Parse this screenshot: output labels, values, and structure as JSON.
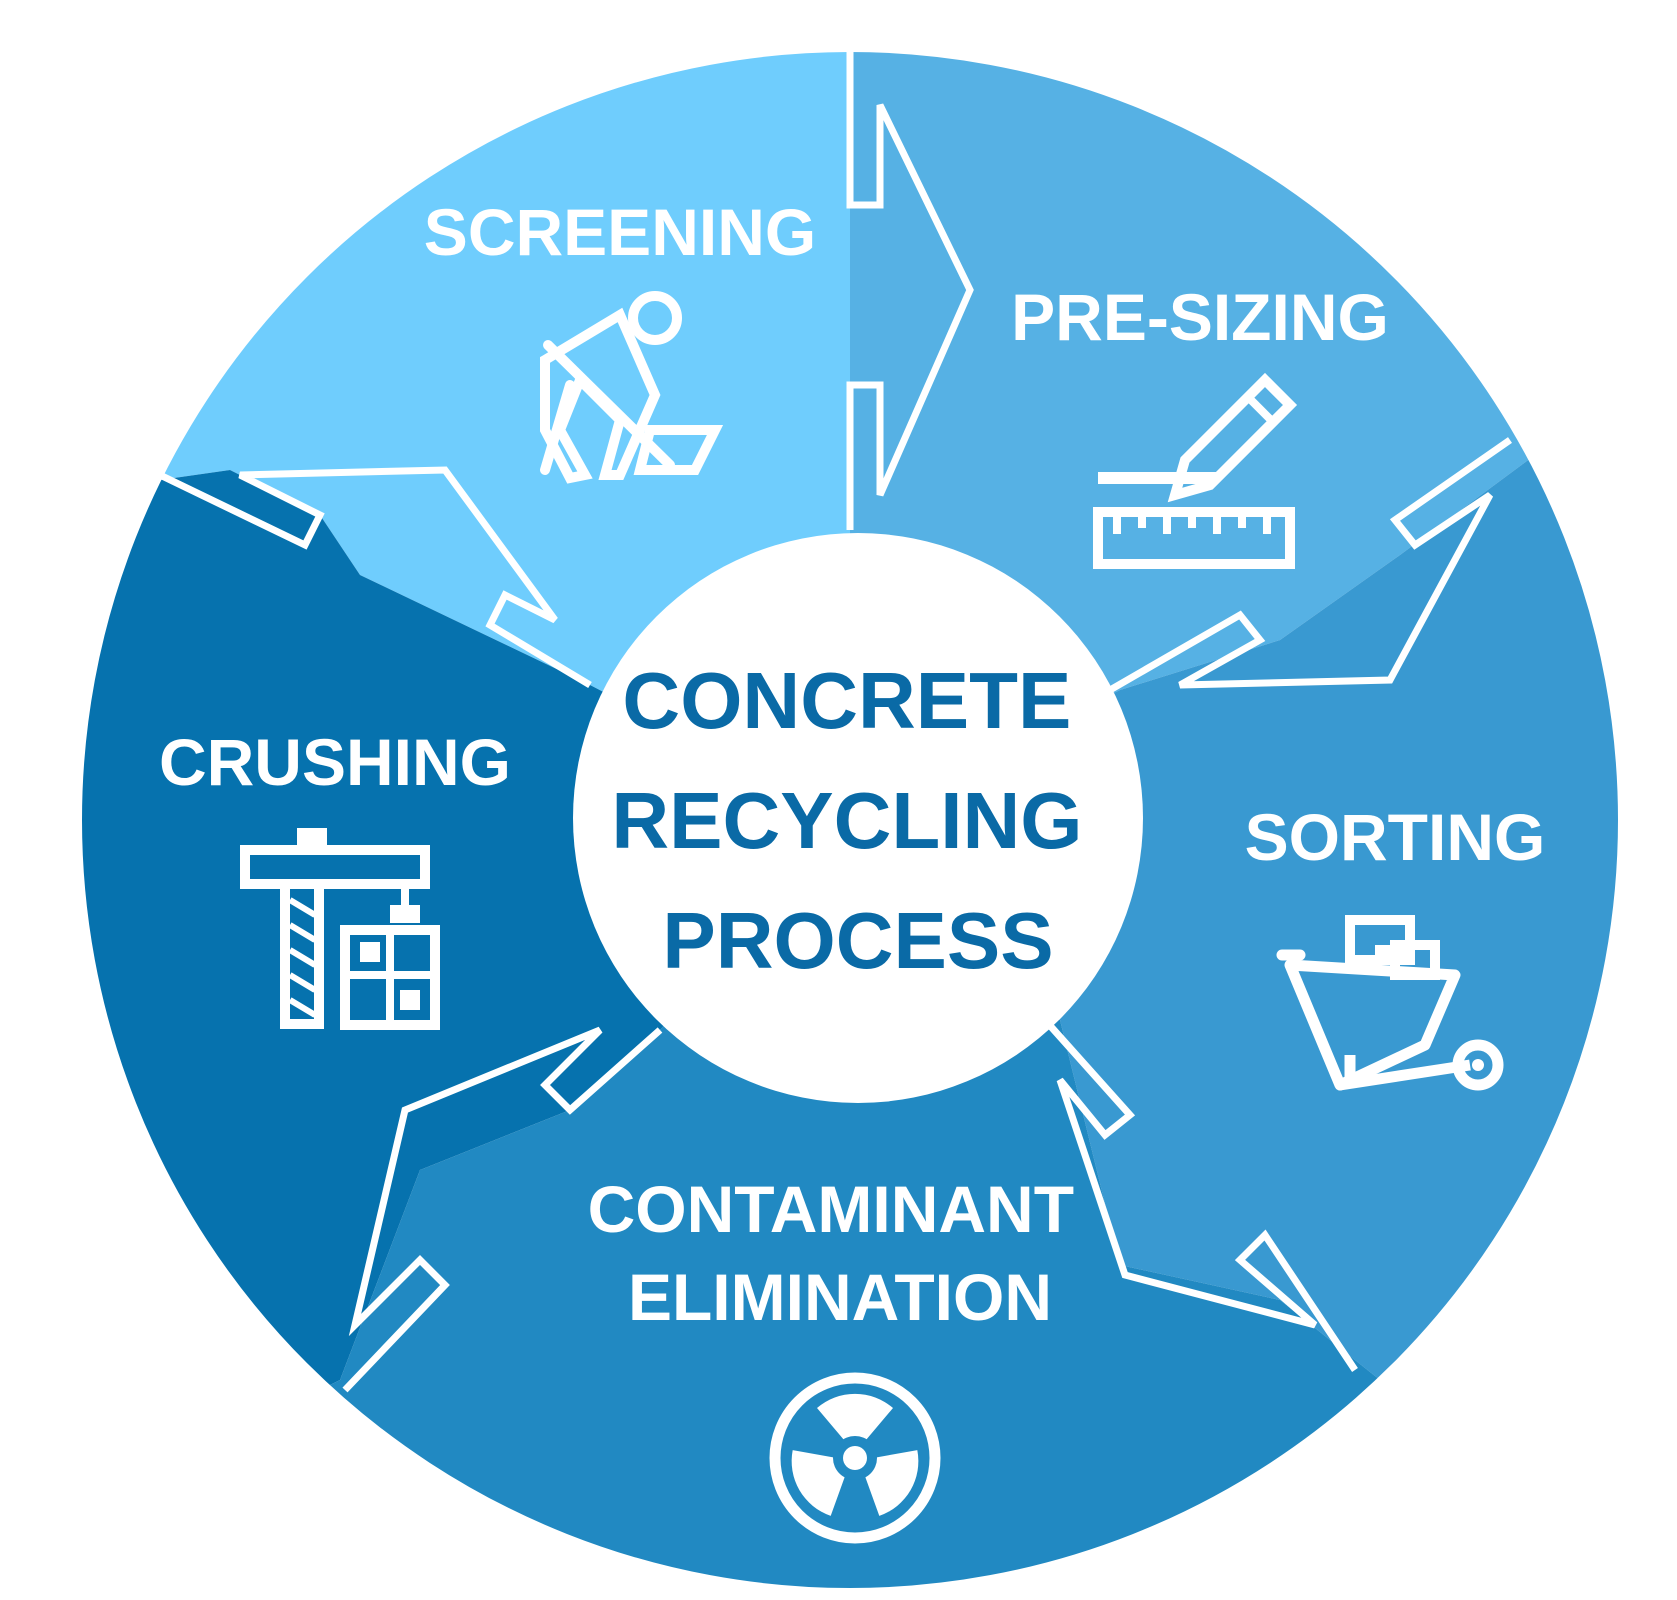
{
  "title_lines": [
    "CONCRETE",
    "RECYCLING",
    "PROCESS"
  ],
  "steps": [
    {
      "label_lines": [
        "SCREENING"
      ],
      "icon": "worker-digging-icon",
      "color": "#6fcdfd"
    },
    {
      "label_lines": [
        "PRE-SIZING"
      ],
      "icon": "ruler-pencil-icon",
      "color": "#56b1e4"
    },
    {
      "label_lines": [
        "SORTING"
      ],
      "icon": "wheelbarrow-icon",
      "color": "#3999d1"
    },
    {
      "label_lines": [
        "CONTAMINANT",
        "ELIMINATION"
      ],
      "icon": "radiation-icon",
      "color": "#2189c2"
    },
    {
      "label_lines": [
        "CRUSHING"
      ],
      "icon": "crane-building-icon",
      "color": "#0672ae"
    }
  ],
  "colors": {
    "center_fill": "#ffffff",
    "center_text": "#0a6aa6",
    "label_text": "#ffffff",
    "outline": "#ffffff"
  }
}
